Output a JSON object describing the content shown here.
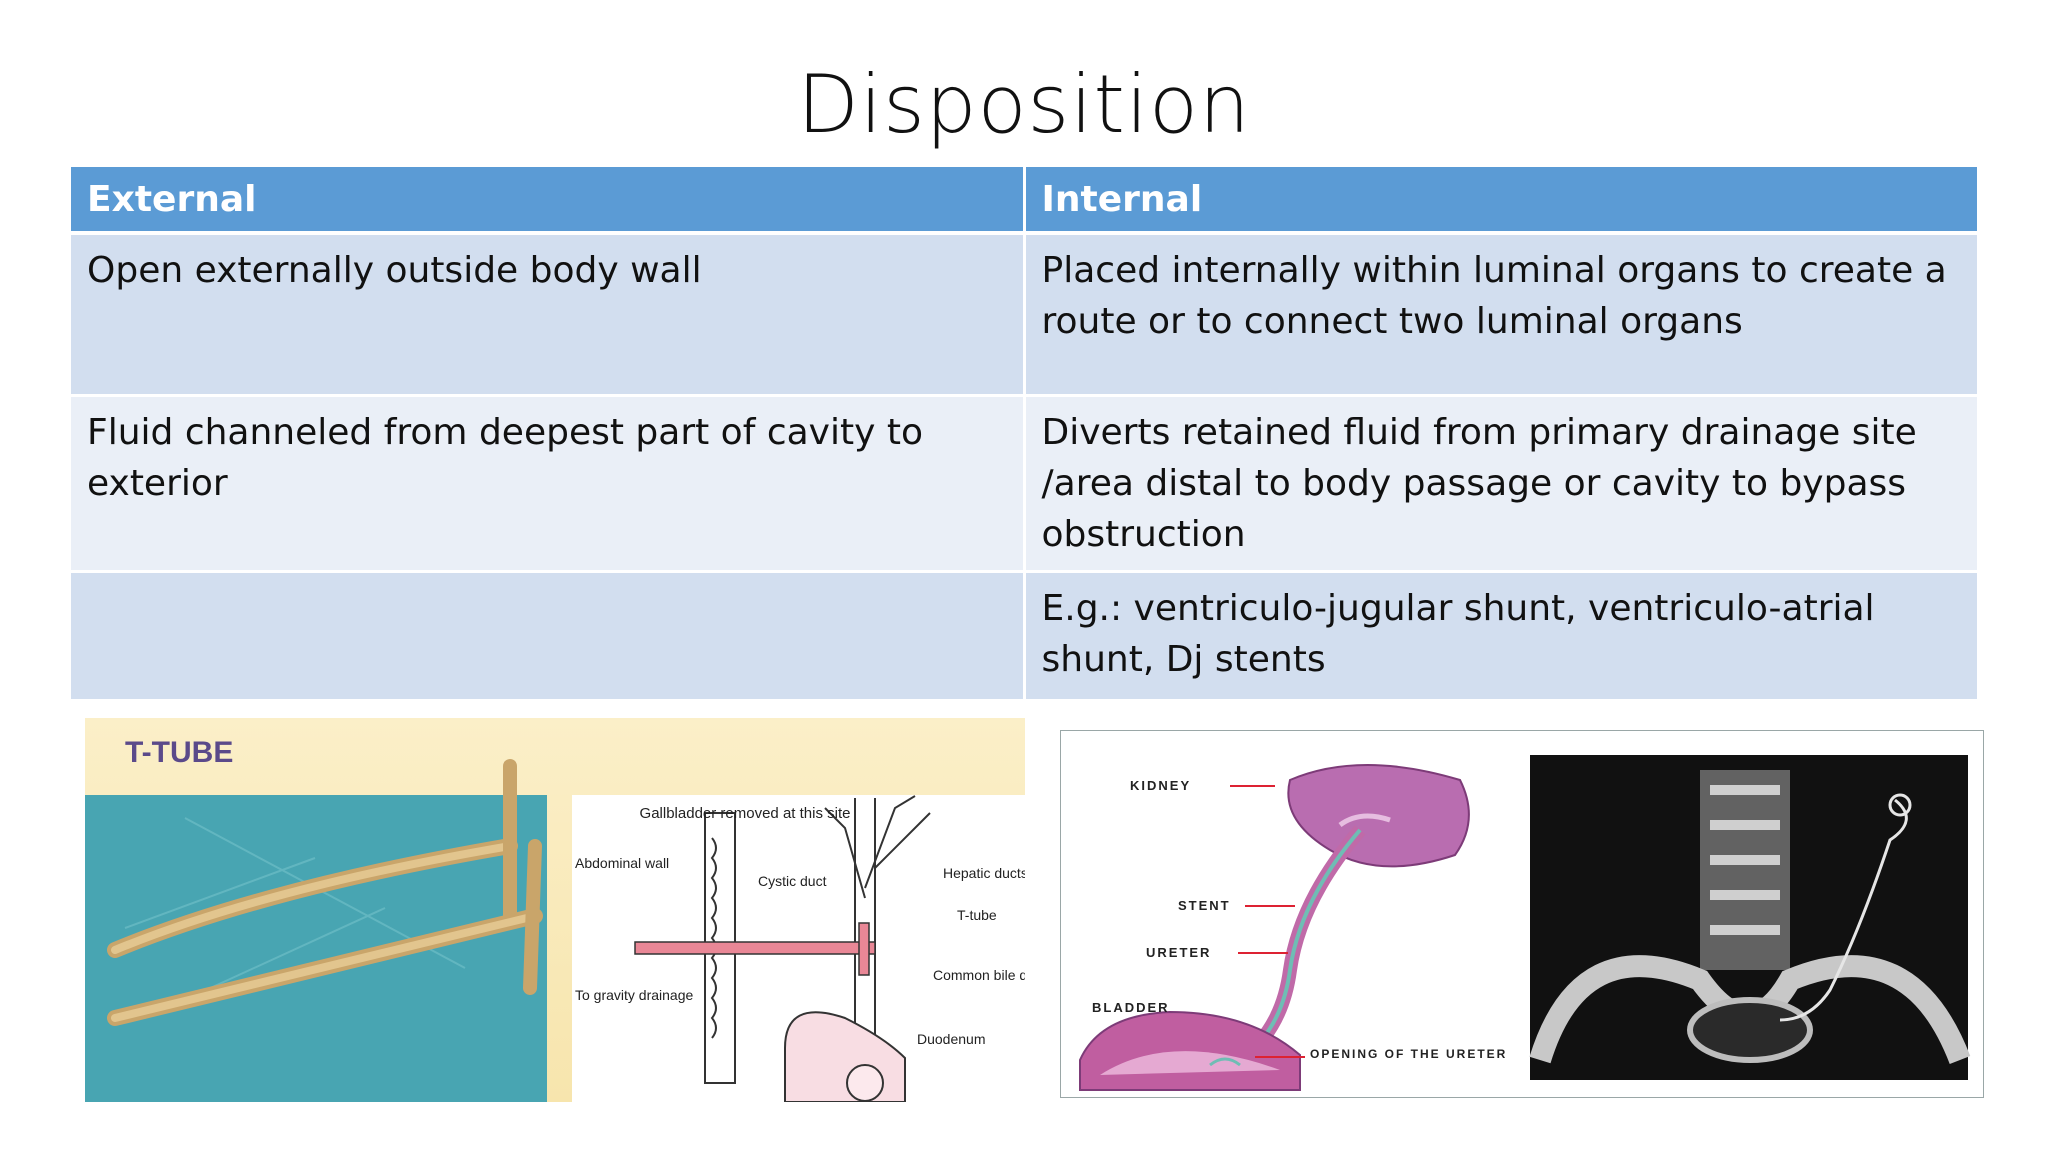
{
  "slide": {
    "title": "Disposition"
  },
  "table": {
    "headers": [
      "External",
      "Internal"
    ],
    "rows": [
      [
        "Open externally outside body wall",
        "Placed internally within luminal organs to create a route or to connect two luminal organs"
      ],
      [
        "Fluid channeled from deepest part of cavity to exterior",
        "Diverts retained fluid from primary drainage site /area distal to body passage or cavity to bypass obstruction"
      ],
      [
        "",
        "E.g.: ventriculo-jugular shunt, ventriculo-atrial shunt, Dj stents"
      ]
    ]
  },
  "figure_ttube": {
    "heading": "T-TUBE",
    "labels": {
      "gallbladder": "Gallbladder removed at this site",
      "abdominal_wall": "Abdominal wall",
      "cystic_duct": "Cystic duct",
      "hepatic_ducts": "Hepatic ducts",
      "t_tube": "T-tube",
      "common_bile_duct": "Common bile duct",
      "to_gravity": "To gravity drainage",
      "duodenum": "Duodenum"
    }
  },
  "figure_stent": {
    "labels": {
      "kidney": "KIDNEY",
      "stent": "STENT",
      "ureter": "URETER",
      "bladder": "BLADDER",
      "opening": "OPENING OF THE URETER"
    }
  }
}
